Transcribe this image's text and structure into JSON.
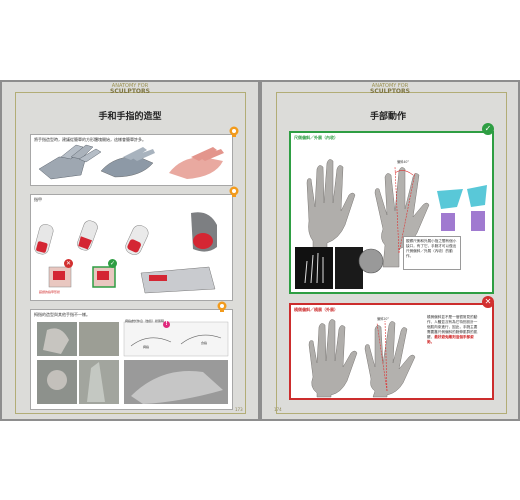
{
  "left_page": {
    "brand": {
      "line1": "ANATOMY FOR",
      "line2": "SCULPTORS"
    },
    "title": "手和手指的造型",
    "page_number": "173",
    "panel1": {
      "caption": "將手指造型時，建議從簡單的方形體塊開始，這樣會簡單許多。"
    },
    "panel2": {
      "caption": "指甲",
      "cross_caption": "錯誤的指甲形狀"
    },
    "panel3": {
      "caption": "拇指的造型與其他手指不一樣。",
      "inset_caption": "拇指處於休息（放鬆）狀態時",
      "label_a": "拇指",
      "label_b": "食指"
    }
  },
  "right_page": {
    "brand": {
      "line1": "ANATOMY FOR",
      "line2": "SCULPTORS"
    },
    "title": "手部動作",
    "page_number": "174",
    "good_box": {
      "label": "尺側偏斜／外展（內收）",
      "angle": "偏斜40°",
      "note": "觀察尺側和外展小指之間有個小缺口，有了它，手腕才可以做出尺側偏斜／外展（內收）的動作。"
    },
    "bad_box": {
      "label": "橈側偏斜／橈展（外展）",
      "angle": "偏斜20°",
      "note_plain": "橈側偏斜並不是一個很常見的動作，人體並沒有為它特別設計一個肌肉來進行，因此，手腕主要需要靠尺側偏斜的腕伸肌群的肌腱，",
      "note_red": "最好避免雕刻這個手部姿勢。"
    }
  },
  "icons": {
    "good": "✓",
    "bad": "✕"
  },
  "colors": {
    "green": "#2e9e43",
    "red": "#cc2d2d",
    "gold": "#b2ad76"
  }
}
